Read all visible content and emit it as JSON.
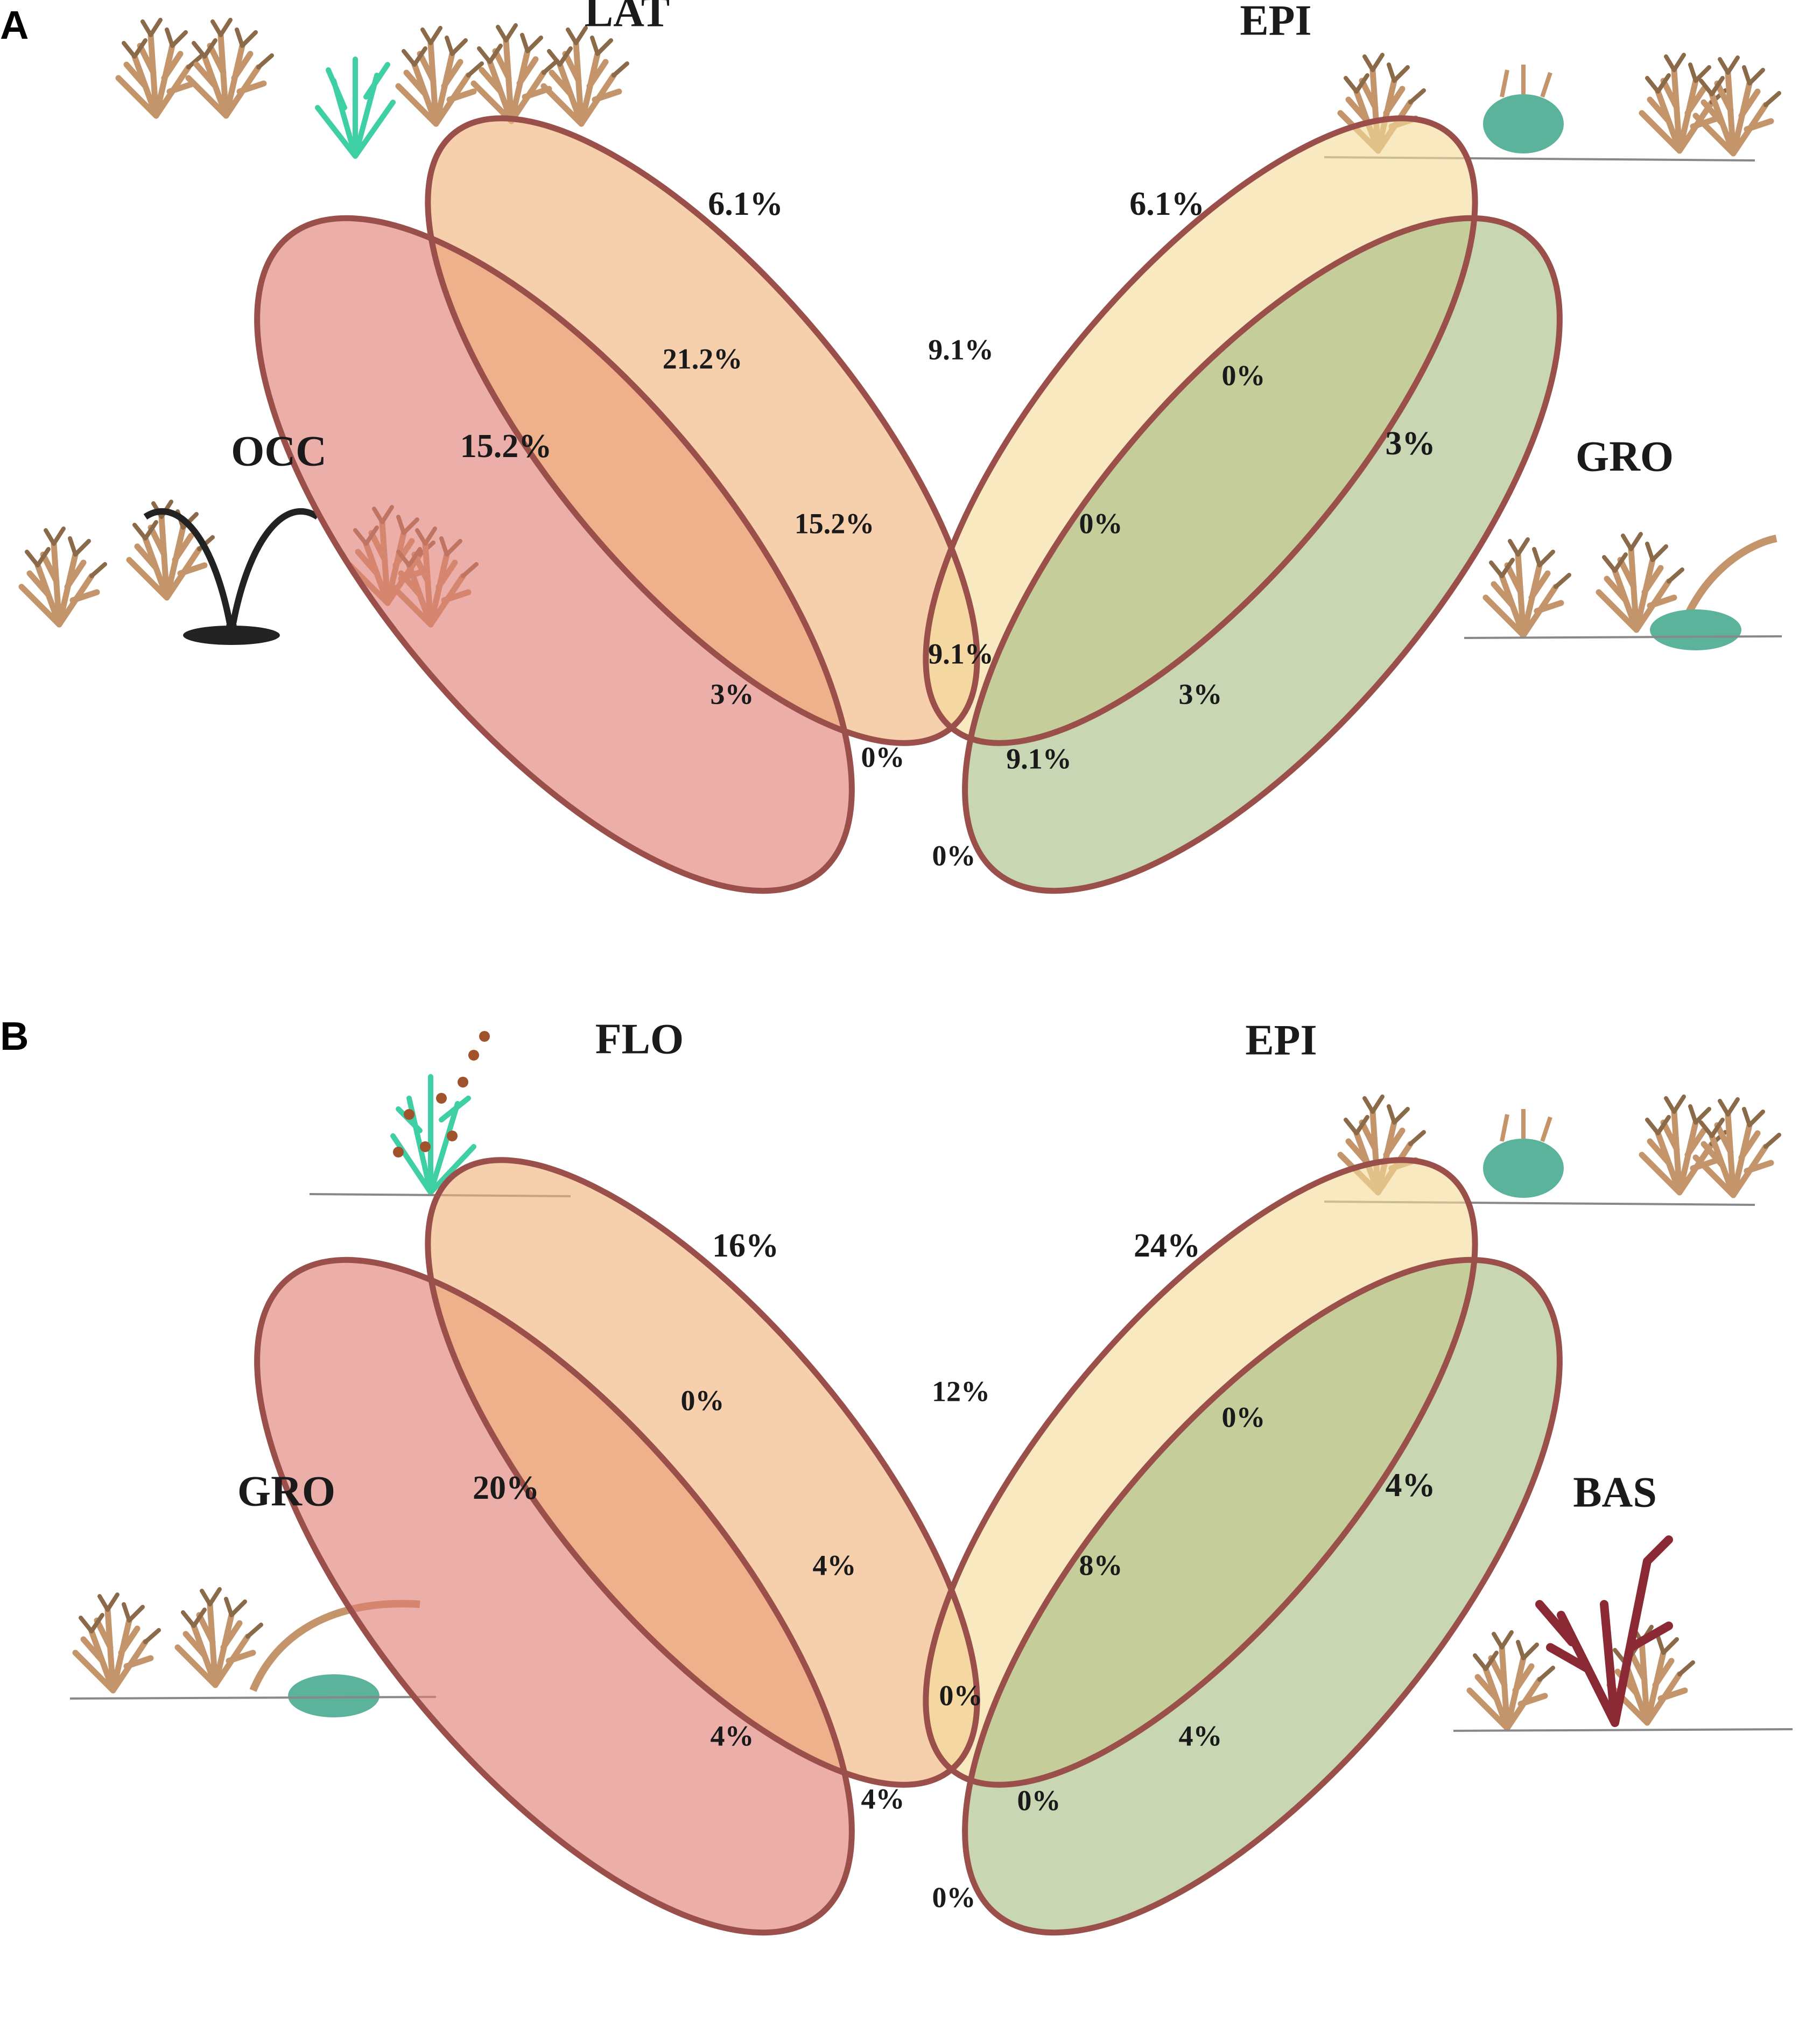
{
  "colors": {
    "set1": "#e07d72",
    "set2": "#f0b27a",
    "set3": "#f3dc9b",
    "set4": "#a6bd85",
    "outline": "#9a4f4a"
  },
  "panels": [
    {
      "letter": "A",
      "sets": [
        {
          "label": "OCC",
          "icon": "coral-jump-hole-icon"
        },
        {
          "label": "LAT",
          "icon": "coral-with-green-alga-icon"
        },
        {
          "label": "EPI",
          "icon": "coral-with-sponge-icon"
        },
        {
          "label": "GRO",
          "icon": "coral-with-green-sponge-icon"
        }
      ],
      "regions": {
        "only1": "15.2%",
        "only2": "6.1%",
        "only3": "6.1%",
        "only4": "3%",
        "s12": "21.2%",
        "s23": "9.1%",
        "s34": "0%",
        "s123": "15.2%",
        "s234": "0%",
        "s13": "3%",
        "s24": "3%",
        "s1234": "9.1%",
        "s134": "0%",
        "s124": "9.1%",
        "s14": "0%"
      }
    },
    {
      "letter": "B",
      "sets": [
        {
          "label": "GRO",
          "icon": "coral-with-green-sponge-icon"
        },
        {
          "label": "FLO",
          "icon": "flowering-alga-icon"
        },
        {
          "label": "EPI",
          "icon": "coral-with-sponge-icon"
        },
        {
          "label": "BAS",
          "icon": "red-alga-on-coral-icon"
        }
      ],
      "regions": {
        "only1": "20%",
        "only2": "16%",
        "only3": "24%",
        "only4": "4%",
        "s12": "0%",
        "s23": "12%",
        "s34": "0%",
        "s123": "4%",
        "s234": "8%",
        "s13": "4%",
        "s24": "4%",
        "s1234": "0%",
        "s134": "4%",
        "s124": "0%",
        "s14": "0%"
      }
    }
  ]
}
